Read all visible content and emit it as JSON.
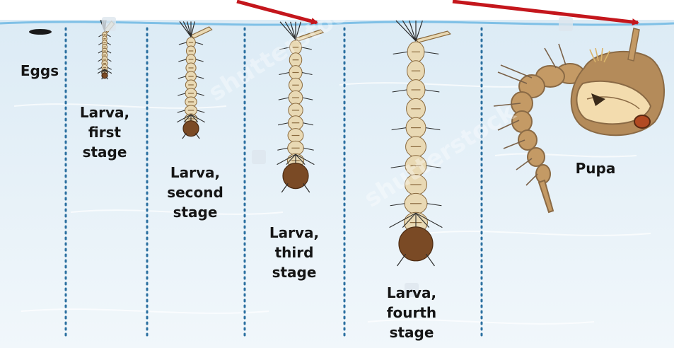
{
  "stages": [
    {
      "id": "eggs",
      "label": "Eggs"
    },
    {
      "id": "larva-1",
      "label": "Larva,\nfirst\nstage"
    },
    {
      "id": "larva-2",
      "label": "Larva,\nsecond\nstage"
    },
    {
      "id": "larva-3",
      "label": "Larva,\nthird\nstage"
    },
    {
      "id": "larva-4",
      "label": "Larva,\nfourth\nstage"
    },
    {
      "id": "pupa",
      "label": "Pupa"
    }
  ],
  "colors": {
    "water_top": "#dcebf5",
    "water_bottom": "#f1f7fb",
    "surface_line": "#7fc0e6",
    "divider": "#2a6fa0",
    "arrow": "#c4161c",
    "larva_body": "#e9d9b4",
    "larva_stripe": "#8a6a3e",
    "larva_head": "#7a4a25",
    "pupa_body": "#c49a65",
    "pupa_wing": "#f3dcae",
    "pupa_shell": "#8a6a45",
    "label_text": "#151515"
  },
  "watermark": "shutterstock"
}
